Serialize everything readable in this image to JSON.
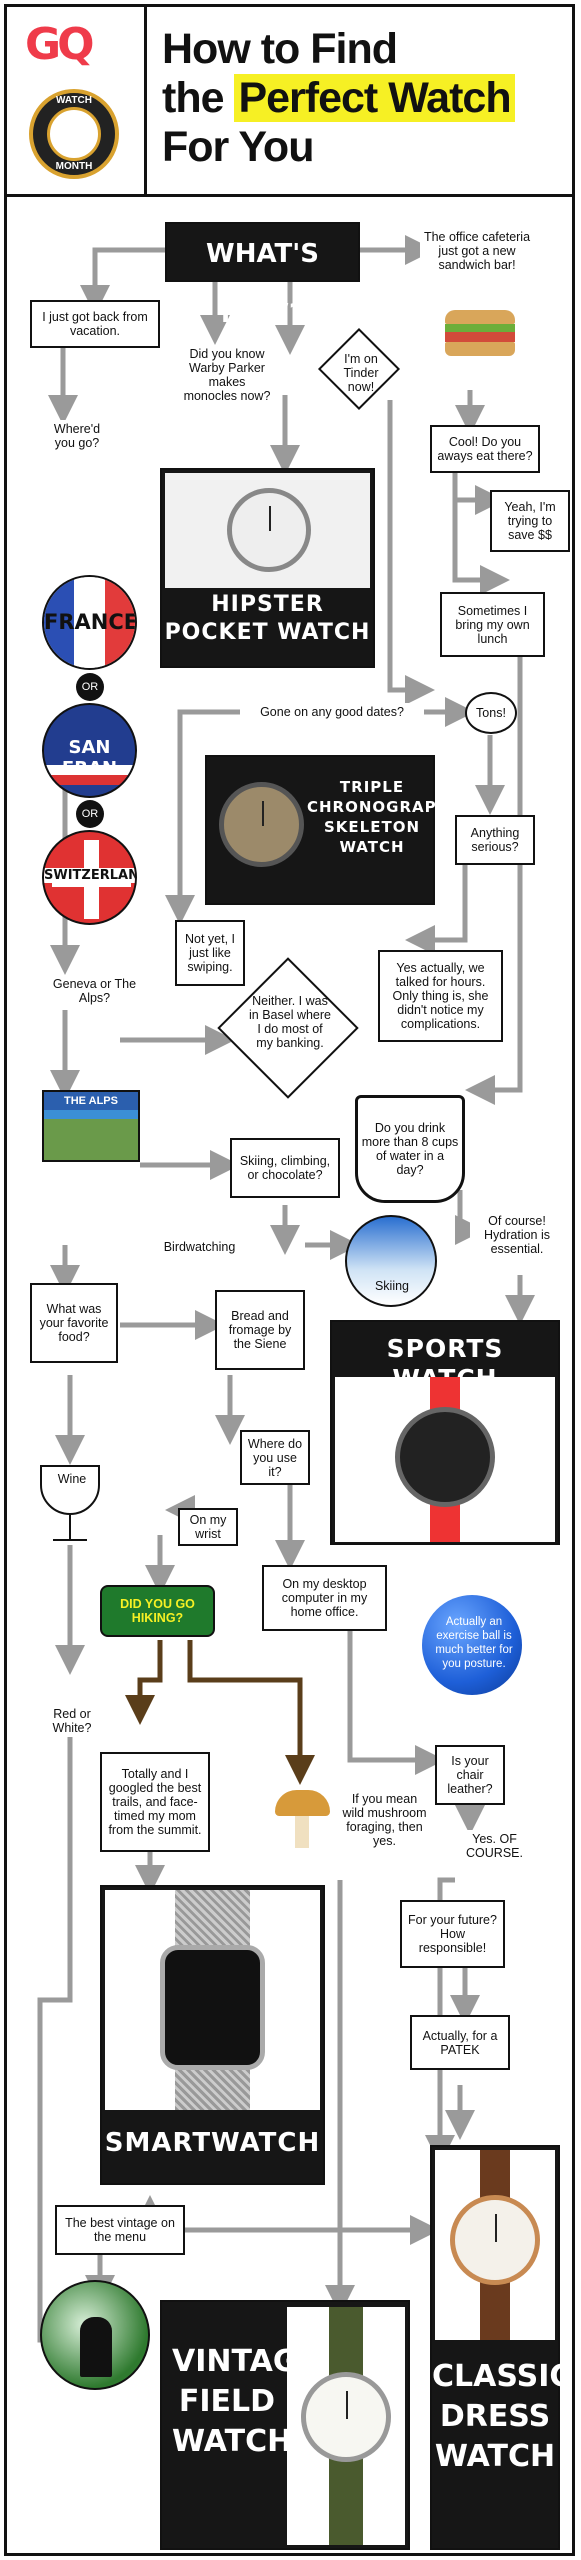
{
  "header": {
    "brand": "GQ",
    "badge_top": "WATCH",
    "badge_bottom": "MONTH",
    "title_line1": "How to Find",
    "title_the": "the ",
    "title_highlight": "Perfect Watch",
    "title_line3": "For You"
  },
  "start": "WHAT'S NEW?",
  "nodes": {
    "vacation": "I just got back from vacation.",
    "warby": "Did you know Warby Parker makes monocles now?",
    "tinder": "I'm on Tinder now!",
    "cafeteria": "The office cafeteria just got a new sandwich bar!",
    "where_go": "Where'd you go?",
    "cool": "Cool! Do you aways eat there?",
    "saving": "Yeah, I'm trying to save $$",
    "sometimes": "Sometimes I bring my own lunch",
    "dates": "Gone on any good dates?",
    "tons": "Tons!",
    "serious": "Anything serious?",
    "not_yet": "Not yet, I just like swiping.",
    "talked": "Yes actually, we talked for hours. Only thing is, she didn't notice my complications.",
    "geneva": "Geneva or The Alps?",
    "neither": "Neither. I was in Basel where I do most of my banking.",
    "water": "Do you drink more than 8 cups of water in a day?",
    "skiing_q": "Skiing, climbing, or chocolate?",
    "hydration": "Of course! Hydration is essential.",
    "birdwatching": "Birdwatching",
    "skiing": "Skiing",
    "fav_food": "What was your favorite food?",
    "bread": "Bread and fromage by the Siene",
    "where_use": "Where do you use it?",
    "wine": "Wine",
    "on_wrist": "On my wrist",
    "hiking": "DID YOU GO HIKING?",
    "desktop": "On my desktop computer in my home office.",
    "exercise_ball": "Actually an exercise ball is much better for you posture.",
    "red_white": "Red or White?",
    "googled": "Totally and I googled the best trails, and face-timed my mom from the summit.",
    "mushroom": "If you mean wild mushroom foraging, then yes.",
    "chair": "Is your chair leather?",
    "yes_course": "Yes. OF COURSE.",
    "future": "For your future? How responsible!",
    "patek": "Actually, for a PATEK",
    "vintage_menu": "The best vintage on the menu",
    "or1": "OR",
    "or2": "OR",
    "the_alps": "THE ALPS"
  },
  "places": {
    "france": "FRANCE",
    "san_fran": "SAN FRAN",
    "switzerland": "SWITZERLAND"
  },
  "results": {
    "hipster": [
      "HIPSTER",
      "POCKET WATCH"
    ],
    "skeleton": [
      "TRIPLE",
      "CHRONOGRAPH",
      "SKELETON",
      "WATCH"
    ],
    "sports": "SPORTS WATCH",
    "smartwatch": "SMARTWATCH",
    "vintage": [
      "VINTAGE",
      "FIELD",
      "WATCH"
    ],
    "classic": [
      "CLASSIC",
      "DRESS",
      "WATCH"
    ]
  },
  "colors": {
    "highlight": "#f6f024",
    "brand_red": "#ef3b4a",
    "badge_gold": "#d9a22f",
    "hiking_green": "#1f7a2c",
    "hiking_text": "#f6f024",
    "arrow_gray": "#9a9a9a",
    "arrow_brown": "#5a3d1a",
    "exercise_blue": "#1e5fd8"
  }
}
